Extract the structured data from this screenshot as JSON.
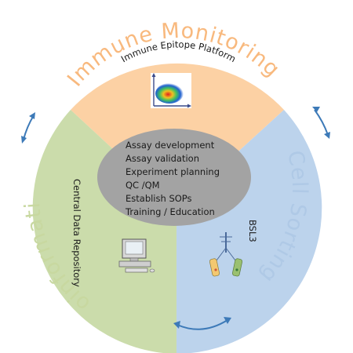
{
  "domains": {
    "top": {
      "label": "Immune Monitoring",
      "color": "#f8b97e"
    },
    "right": {
      "label": "Cell Sorting",
      "color": "#afc9e6"
    },
    "left": {
      "label": "Bioinformatics",
      "color": "#c8d8a0"
    }
  },
  "wedges": {
    "top": {
      "label": "Immune Epitope Platform",
      "fill": "#fcd1a4"
    },
    "right": {
      "label": "BSL3",
      "fill": "#bcd3ec"
    },
    "left": {
      "label": "Central Data Repository",
      "fill": "#cbdcab"
    }
  },
  "hub": {
    "fill": "#a3a3a3",
    "items": [
      "Assay development",
      "Assay validation",
      "Experiment planning",
      "QC /QM",
      "Establish SOPs",
      "Training / Education"
    ]
  },
  "icons": {
    "top": "flow-cytometry-plot-icon",
    "right": "cell-sorter-icon",
    "left": "computer-workstation-icon",
    "arrows": "bidirectional-arrow-icon"
  },
  "arrow_color": "#3d7ab8"
}
